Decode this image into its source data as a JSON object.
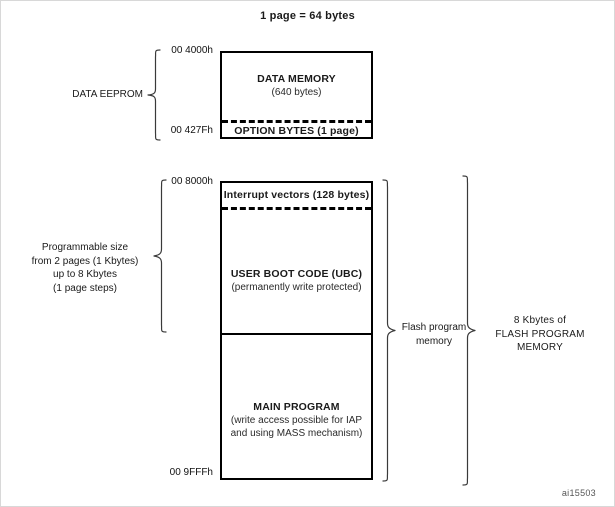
{
  "figure": {
    "title": "1 page = 64 bytes",
    "id": "ai15503"
  },
  "data_eeprom": {
    "brace_label": "DATA EEPROM",
    "start_address": "00 4000h",
    "end_address": "00 427Fh",
    "blocks": [
      {
        "name": "DATA MEMORY",
        "size": "(640 bytes)"
      },
      {
        "name": "OPTION BYTES (1 page)"
      }
    ]
  },
  "flash": {
    "start_address": "00 8000h",
    "end_address": "00 9FFFh",
    "blocks": [
      {
        "name": "Interrupt vectors (128 bytes)"
      },
      {
        "name": "USER BOOT CODE (UBC)",
        "note": "(permanently write protected)"
      },
      {
        "name": "MAIN PROGRAM",
        "note_line1": "(write access possible for IAP",
        "note_line2": "and using MASS mechanism)"
      }
    ],
    "ubc_brace_label": {
      "line1": "Programmable size",
      "line2": "from 2 pages (1 Kbytes)",
      "line3": "up to 8 Kbytes",
      "line4": "(1 page steps)"
    },
    "inner_brace_label": {
      "line1": "Flash program",
      "line2": "memory"
    },
    "outer_brace_label": {
      "line1": "8 Kbytes of",
      "line2": "FLASH PROGRAM",
      "line3": "MEMORY"
    }
  },
  "colors": {
    "box_border": "#000000",
    "brace": "#3a3a3a",
    "text": "#1a1a1a",
    "background": "#ffffff"
  }
}
